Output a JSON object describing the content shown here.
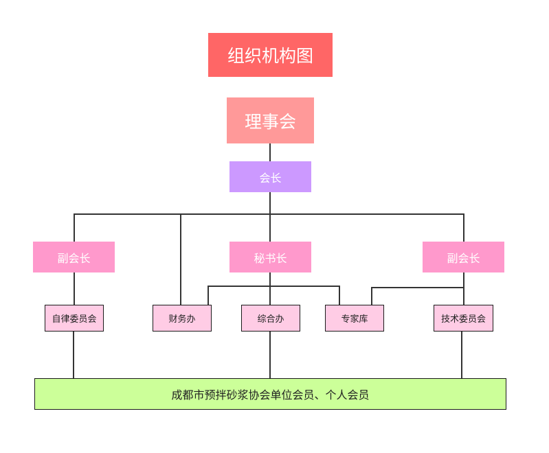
{
  "title": "组织机构图",
  "nodes": {
    "council": "理事会",
    "president": "会长",
    "vice_president_left": "副会长",
    "secretary_general": "秘书长",
    "vice_president_right": "副会长",
    "discipline_committee": "自律委员会",
    "finance_office": "财务办",
    "general_office": "综合办",
    "expert_pool": "专家库",
    "technical_committee": "技术委员会",
    "members": "成都市预拌砂浆协会单位会员、个人会员"
  },
  "colors": {
    "title": "#FF6666",
    "council": "#FF9999",
    "president": "#CC99FF",
    "leadership": "#FF99CC",
    "department": "#FFCCE5",
    "members": "#CCFF99",
    "connector": "#333333"
  }
}
